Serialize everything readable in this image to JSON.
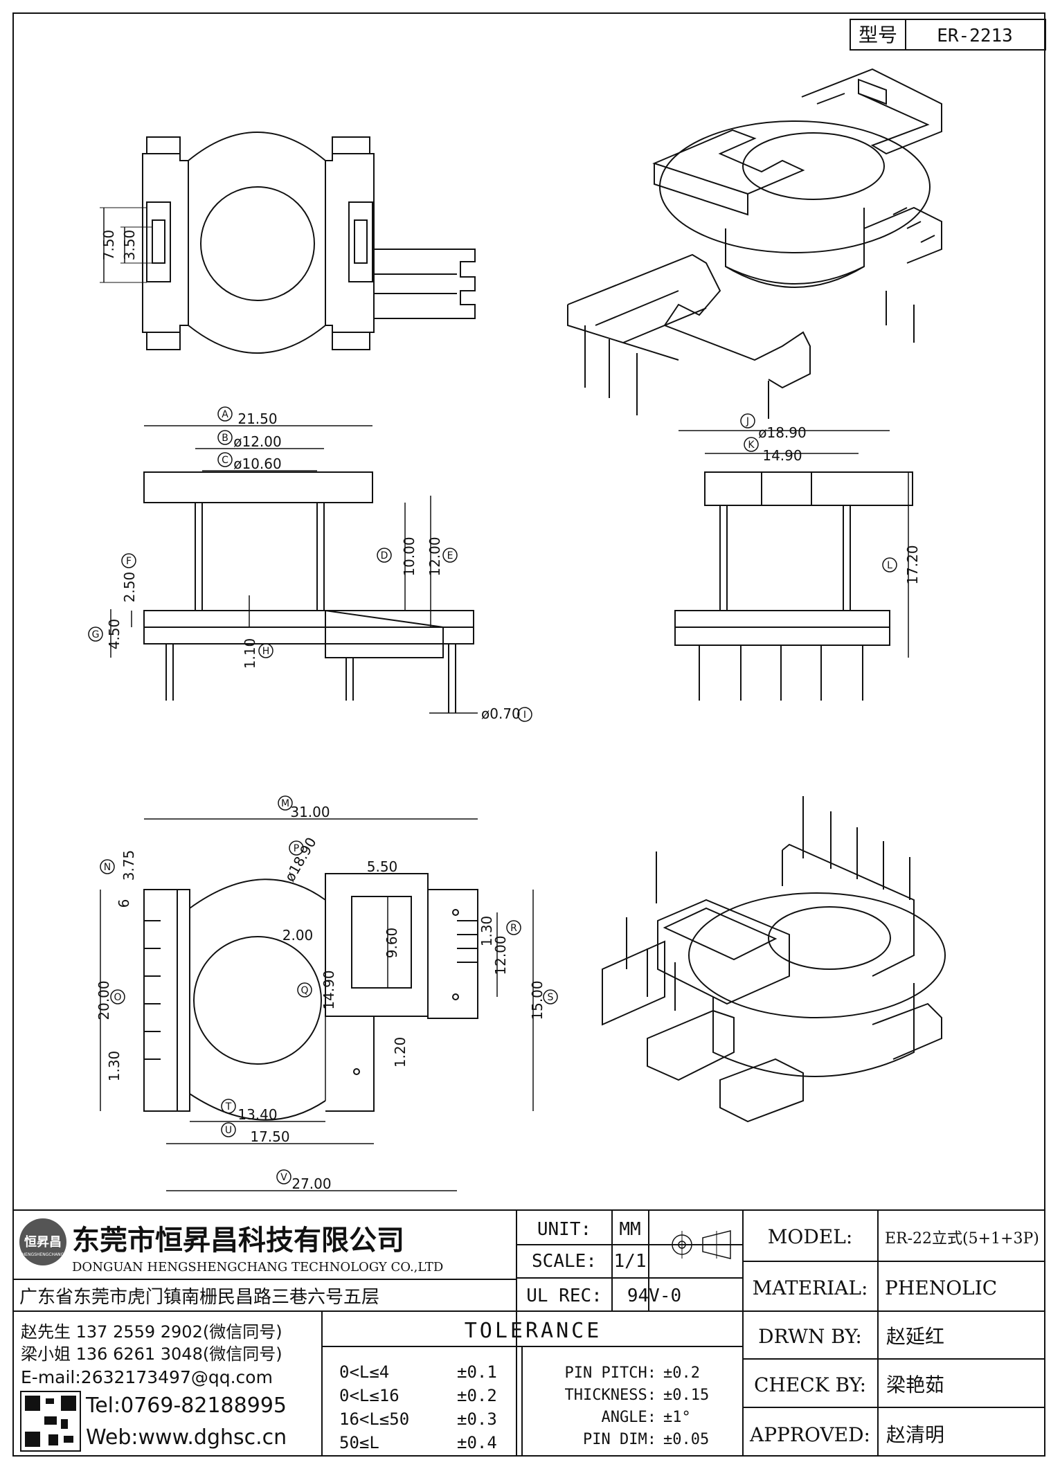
{
  "model_box": {
    "label": "型号",
    "value": "ER-2213"
  },
  "dims": {
    "A": "21.50",
    "B": "ø12.00",
    "C": "ø10.60",
    "D": "10.00",
    "E": "12.00",
    "F": "2.50",
    "G": "4.50",
    "H": "1.10",
    "I": "ø0.70",
    "J": "ø18.90",
    "K": "14.90",
    "L": "17.20",
    "M": "31.00",
    "N": "3.75",
    "O": "20.00",
    "P": "ø18.90",
    "Q": "14.90",
    "R": "12.00",
    "S": "15.00",
    "T": "13.40",
    "U": "17.50",
    "V": "27.00",
    "top_w": "5.50",
    "top_h": "9.60",
    "wall": "2.00",
    "pitch": "1.30",
    "pitch_b": "1.30",
    "step": "1.20",
    "six": "6",
    "side_a": "7.50",
    "side_b": "3.50"
  },
  "letters": [
    "A",
    "B",
    "C",
    "D",
    "E",
    "F",
    "G",
    "H",
    "I",
    "J",
    "K",
    "L",
    "M",
    "N",
    "O",
    "P",
    "Q",
    "R",
    "S",
    "T",
    "U",
    "V"
  ],
  "company": {
    "name_cn": "东莞市恒昇昌科技有限公司",
    "name_en": "DONGUAN HENGSHENGCHANG TECHNOLOGY CO.,LTD",
    "address": "广东省东莞市虎门镇南栅民昌路三巷六号五层",
    "contact1": "赵先生 137 2559 2902(微信同号)",
    "contact2": "梁小姐 136 6261 3048(微信同号)",
    "email": "E-mail:2632173497@qq.com",
    "tel": "Tel:0769-82188995",
    "web": "Web:www.dghsc.cn",
    "logo_text": "恒昇昌",
    "logo_sub": "HENGSHENGCHANG"
  },
  "title_block": {
    "unit_label": "UNIT:",
    "unit_value": "MM",
    "scale_label": "SCALE:",
    "scale_value": "1/1",
    "ulrec_label": "UL REC:",
    "ulrec_value": "94V-0",
    "model_label": "MODEL:",
    "model_value": "ER-22立式(5+1+3P)",
    "material_label": "MATERIAL:",
    "material_value": "PHENOLIC",
    "drwn_label": "DRWN BY:",
    "drwn_value": "赵延红",
    "check_label": "CHECK BY:",
    "check_value": "梁艳茹",
    "approved_label": "APPROVED:",
    "approved_value": "赵清明"
  },
  "tolerance": {
    "title": "TOLERANCE",
    "rows": [
      {
        "range": "0<L≤4",
        "tol": "±0.1"
      },
      {
        "range": "0<L≤16",
        "tol": "±0.2"
      },
      {
        "range": "16<L≤50",
        "tol": "±0.3"
      },
      {
        "range": "50≤L",
        "tol": "±0.4"
      }
    ],
    "specs": [
      {
        "name": "PIN PITCH:",
        "tol": "±0.2"
      },
      {
        "name": "THICKNESS:",
        "tol": "±0.15"
      },
      {
        "name": "ANGLE:",
        "tol": "±1°"
      },
      {
        "name": "PIN DIM:",
        "tol": "±0.05"
      }
    ]
  },
  "colors": {
    "line": "#111111",
    "background": "#ffffff",
    "logo": "#555555"
  }
}
